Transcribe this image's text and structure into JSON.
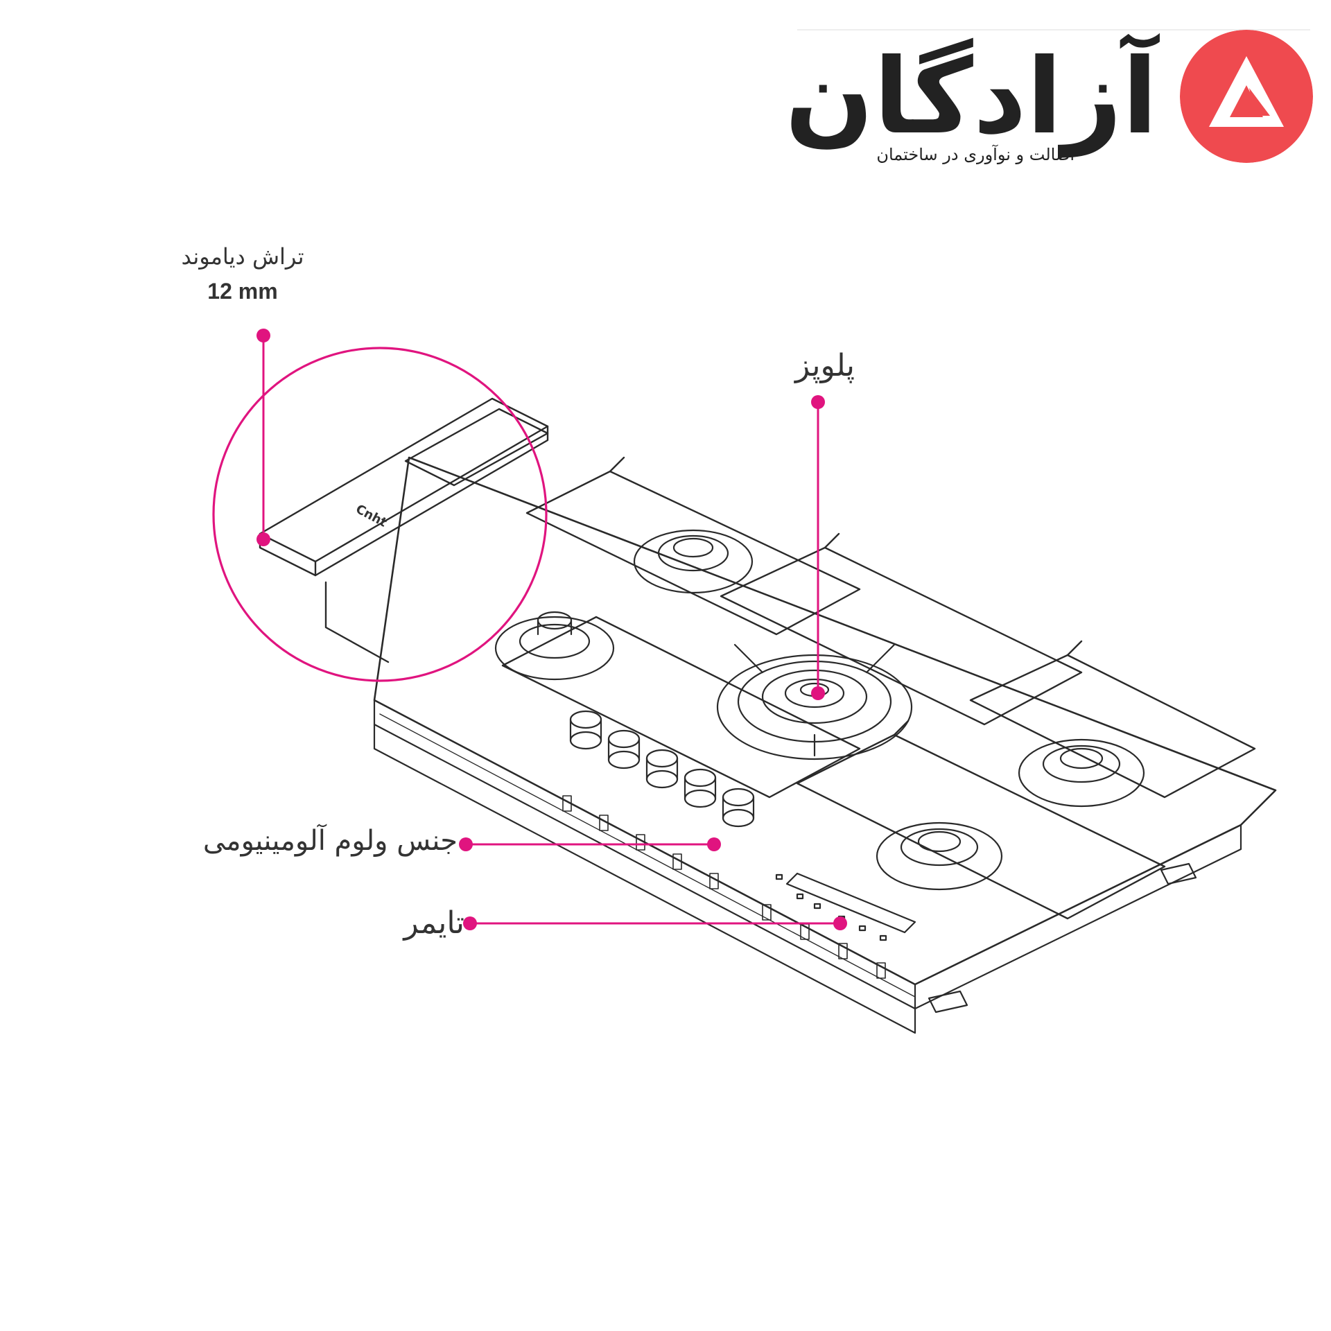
{
  "brand": {
    "name": "آزادگان",
    "tagline": "اصالت و نوآوری در ساختمان",
    "accent_color": "#ef4a4f",
    "icon": "delta-triangle-logo-icon"
  },
  "callouts": {
    "diamond_cut": "تراش دیاموند",
    "diamond_cut_size": "12 mm",
    "wok_burner": "پلوپز",
    "aluminium_knobs": "جنس ولوم آلومینیومی",
    "timer": "تایمر"
  },
  "product_label": "Cnht",
  "colors": {
    "callout_pink": "#e0147f",
    "line_art": "#2a2a2a",
    "text": "#333333"
  }
}
